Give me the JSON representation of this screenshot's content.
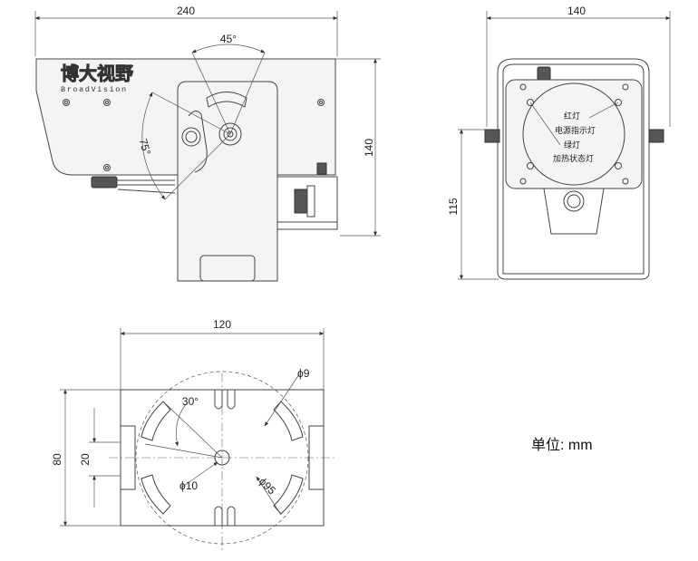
{
  "side_view": {
    "width_dim": "240",
    "height_dim": "140",
    "tilt_angle": "45°",
    "pan_angle": "75°",
    "logo_cn": "博大视野",
    "logo_en": "BroadVision"
  },
  "front_view": {
    "width_dim": "140",
    "height_dim": "115",
    "label_red": "红灯",
    "label_power": "电源指示灯",
    "label_green": "绿灯",
    "label_heat": "加热状态灯"
  },
  "base_view": {
    "width_dim": "120",
    "height_dim": "80",
    "slot_dim": "20",
    "angle_dim": "30°",
    "hole_dim": "ϕ9",
    "center_dim": "ϕ10",
    "circle_dim": "ϕ95"
  },
  "unit_label": "单位: mm"
}
